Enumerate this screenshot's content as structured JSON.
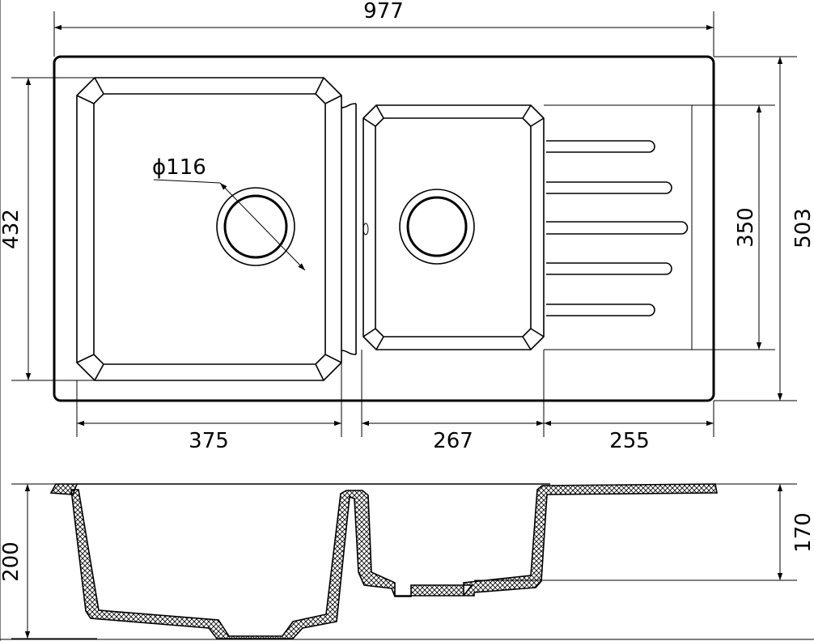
{
  "dimensions": {
    "overall_width": "977",
    "overall_depth": "503",
    "bowl_large_depth": "432",
    "bowl_small_depth": "350",
    "drain_diameter": "ϕ116",
    "bowl_large_width": "375",
    "bowl_small_width": "267",
    "drainboard_width": "255",
    "bowl_large_height": "200",
    "bowl_small_height": "170"
  },
  "colors": {
    "line": "#000000",
    "background": "#ffffff"
  }
}
